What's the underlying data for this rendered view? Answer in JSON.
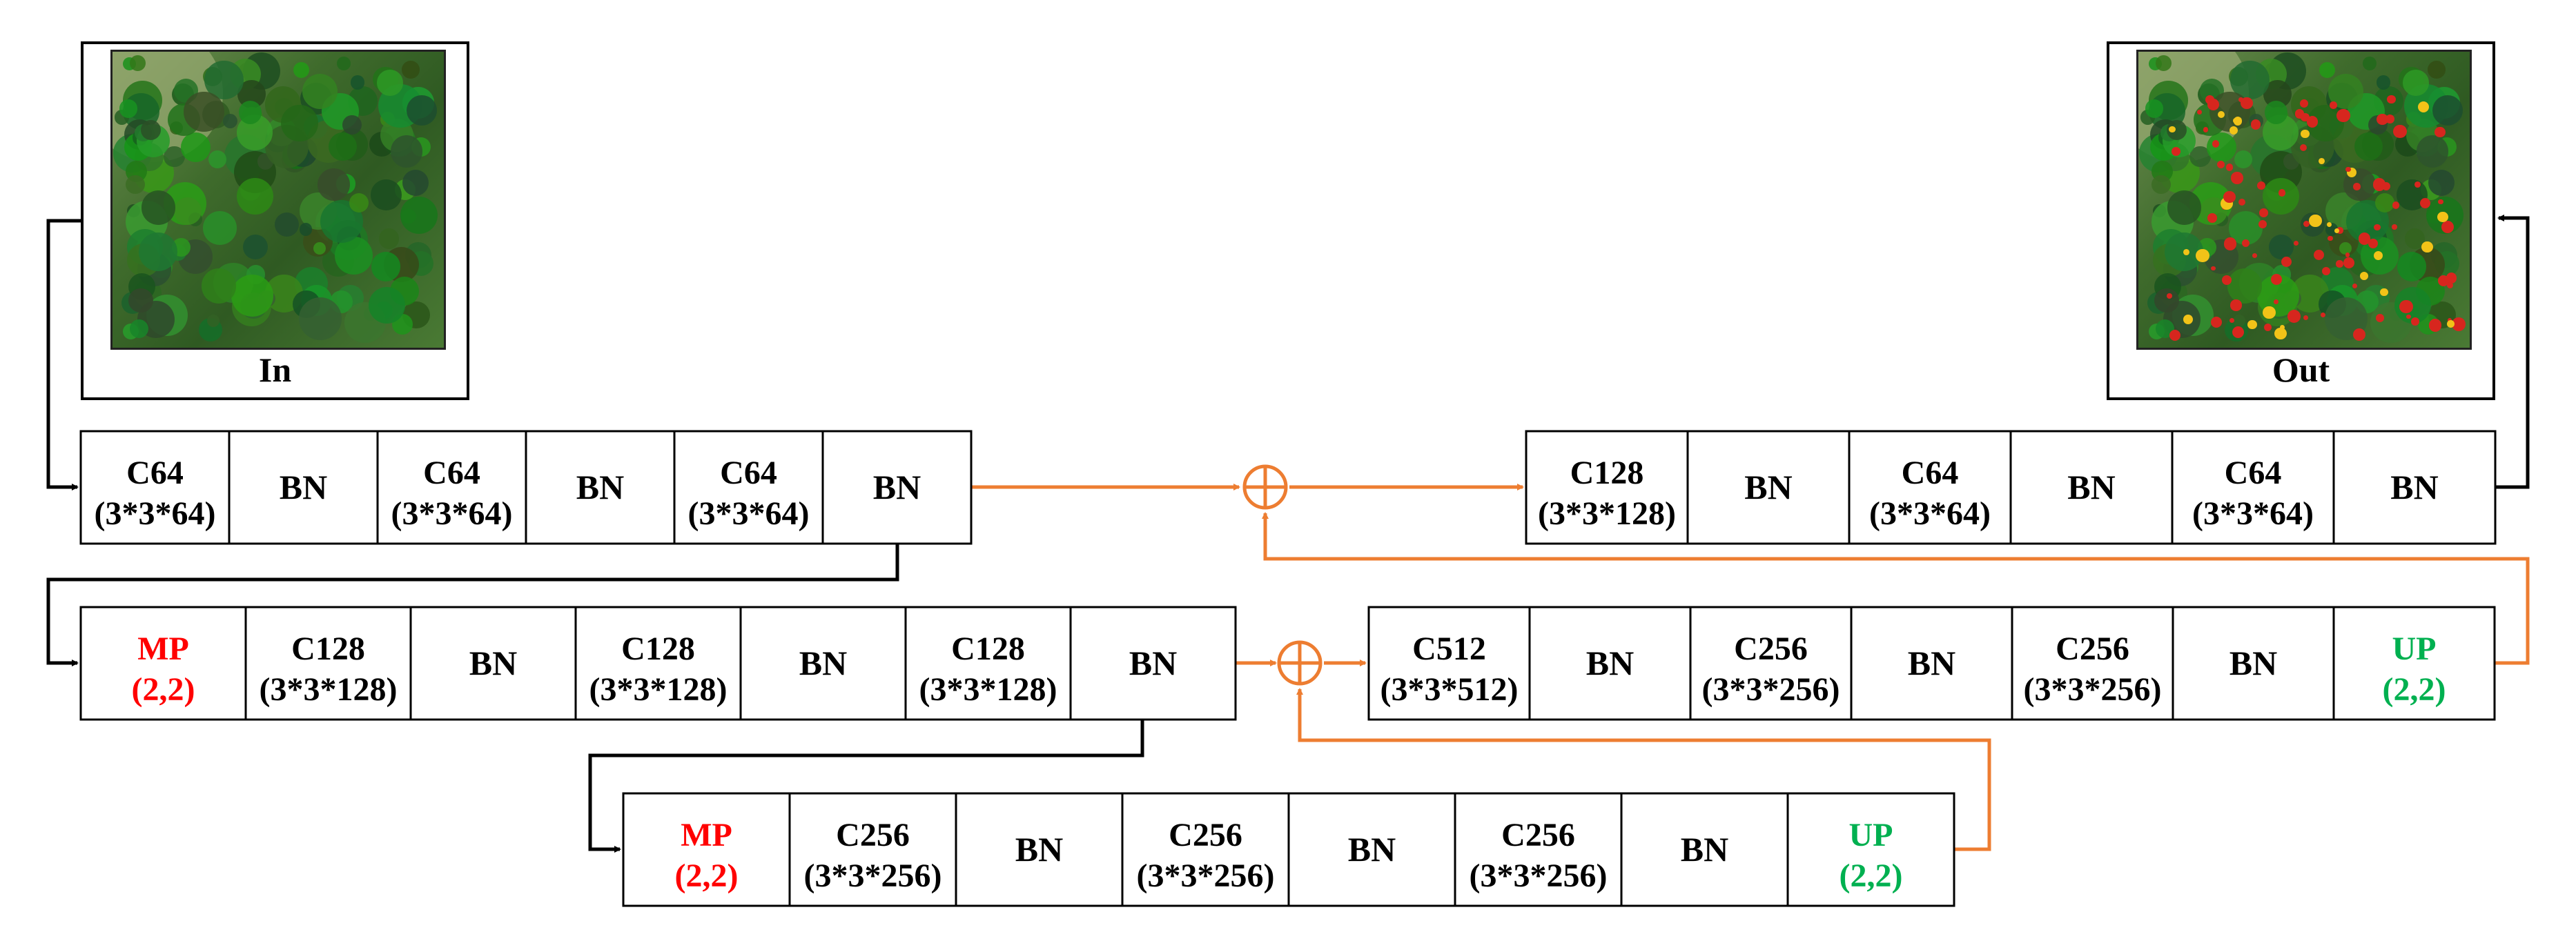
{
  "colors": {
    "block": "#000000",
    "skip": "#ED7D31",
    "pool": "#FF0000",
    "upsample": "#00B050",
    "line": "#000000"
  },
  "input_image": {
    "label": "In"
  },
  "output_image": {
    "label": "Out"
  },
  "row1": [
    {
      "l1": "C64",
      "l2": "(3*3*64)"
    },
    {
      "l1": "BN"
    },
    {
      "l1": "C64",
      "l2": "(3*3*64)"
    },
    {
      "l1": "BN"
    },
    {
      "l1": "C64",
      "l2": "(3*3*64)"
    },
    {
      "l1": "BN"
    }
  ],
  "row1_right": [
    {
      "l1": "C128",
      "l2": "(3*3*128)"
    },
    {
      "l1": "BN"
    },
    {
      "l1": "C64",
      "l2": "(3*3*64)"
    },
    {
      "l1": "BN"
    },
    {
      "l1": "C64",
      "l2": "(3*3*64)"
    },
    {
      "l1": "BN"
    }
  ],
  "row2": [
    {
      "l1": "MP",
      "l2": "(2,2)",
      "kind": "pool"
    },
    {
      "l1": "C128",
      "l2": "(3*3*128)"
    },
    {
      "l1": "BN"
    },
    {
      "l1": "C128",
      "l2": "(3*3*128)"
    },
    {
      "l1": "BN"
    },
    {
      "l1": "C128",
      "l2": "(3*3*128)"
    },
    {
      "l1": "BN"
    }
  ],
  "row2_right": [
    {
      "l1": "C512",
      "l2": "(3*3*512)"
    },
    {
      "l1": "BN"
    },
    {
      "l1": "C256",
      "l2": "(3*3*256)"
    },
    {
      "l1": "BN"
    },
    {
      "l1": "C256",
      "l2": "(3*3*256)"
    },
    {
      "l1": "BN"
    },
    {
      "l1": "UP",
      "l2": "(2,2)",
      "kind": "up"
    }
  ],
  "row3": [
    {
      "l1": "MP",
      "l2": "(2,2)",
      "kind": "pool"
    },
    {
      "l1": "C256",
      "l2": "(3*3*256)"
    },
    {
      "l1": "BN"
    },
    {
      "l1": "C256",
      "l2": "(3*3*256)"
    },
    {
      "l1": "BN"
    },
    {
      "l1": "C256",
      "l2": "(3*3*256)"
    },
    {
      "l1": "BN"
    },
    {
      "l1": "UP",
      "l2": "(2,2)",
      "kind": "up"
    }
  ]
}
